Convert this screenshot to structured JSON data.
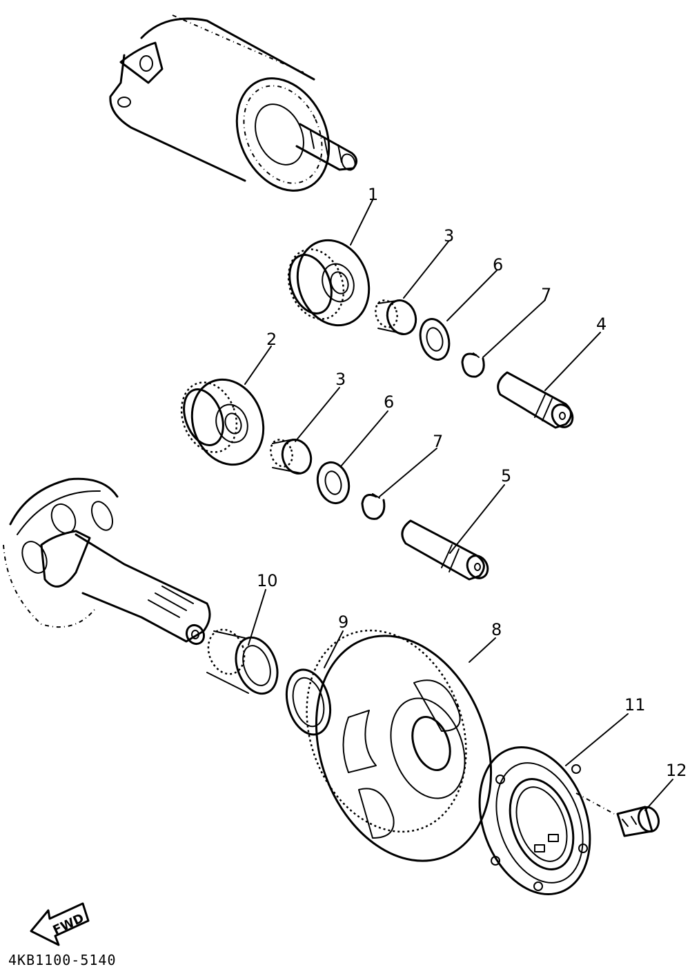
{
  "callouts": [
    "1",
    "2",
    "3",
    "3",
    "4",
    "5",
    "6",
    "6",
    "7",
    "7",
    "8",
    "9",
    "10",
    "11",
    "12"
  ],
  "fwd_label": "FWD",
  "part_code": "4KB1100-5140"
}
